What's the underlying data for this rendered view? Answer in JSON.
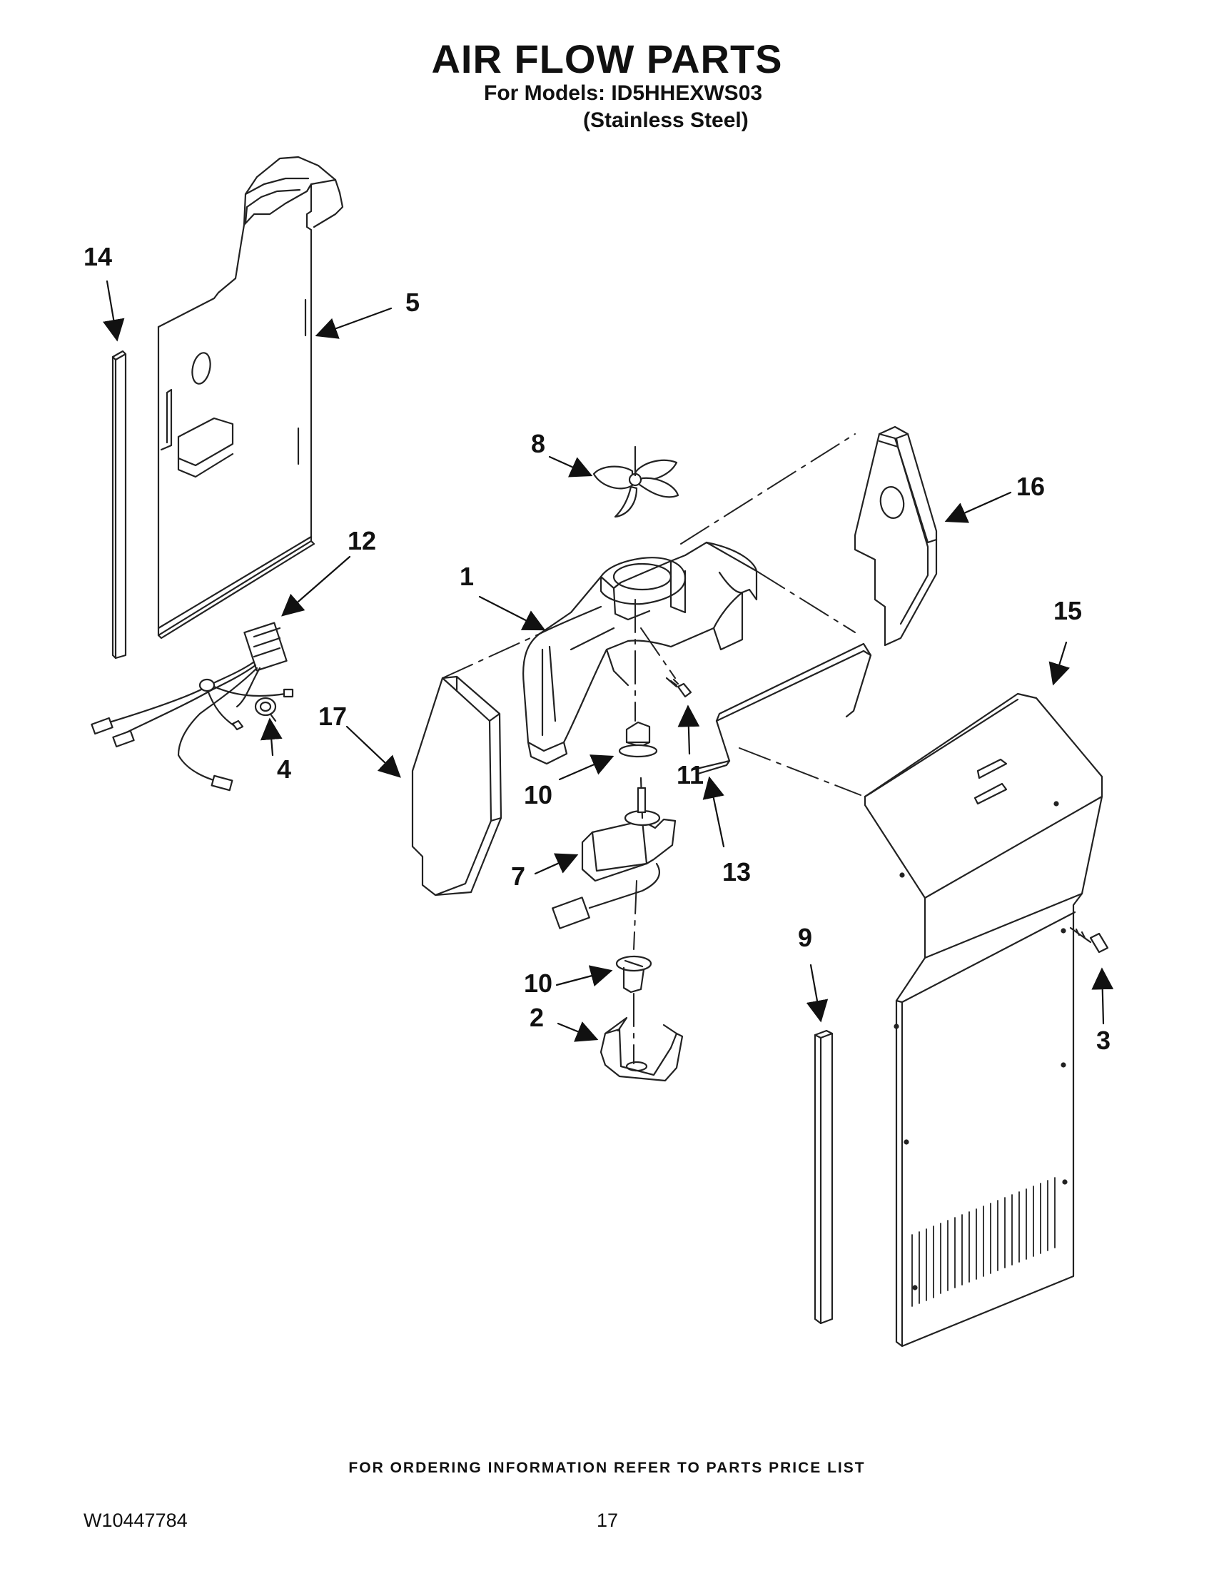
{
  "header": {
    "title": "AIR FLOW PARTS",
    "models_line1": "For Models: ID5HHEXWS03",
    "models_line2": "(Stainless Steel)"
  },
  "callouts": {
    "c1": "1",
    "c2": "2",
    "c3": "3",
    "c4": "4",
    "c5": "5",
    "c7": "7",
    "c8": "8",
    "c9": "9",
    "c10a": "10",
    "c10b": "10",
    "c11": "11",
    "c12": "12",
    "c13": "13",
    "c14": "14",
    "c15": "15",
    "c16": "16",
    "c17": "17"
  },
  "footer": {
    "note": "FOR ORDERING INFORMATION REFER TO PARTS PRICE LIST",
    "doc_number": "W10447784",
    "page_number": "17"
  }
}
